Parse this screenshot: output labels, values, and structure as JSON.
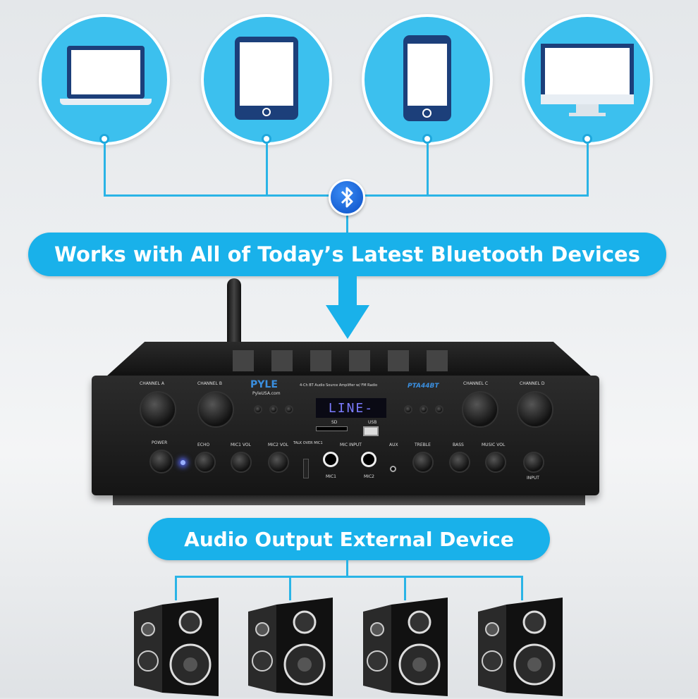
{
  "devices": [
    {
      "icon": "laptop-icon"
    },
    {
      "icon": "tablet-icon"
    },
    {
      "icon": "phone-icon"
    },
    {
      "icon": "desktop-monitor-icon"
    }
  ],
  "bluetooth_icon": "bluetooth-icon",
  "banner_top": "Works with All of Today’s Latest Bluetooth Devices",
  "banner_bottom": "Audio Output External Device",
  "amplifier": {
    "brand": "PYLE",
    "website": "PyleUSA.com",
    "description": "4-Ch BT Audio Source Amplifier w/ FM Radio",
    "model": "PTA44BT",
    "display": "LINE-",
    "labels": {
      "ch_a": "CHANNEL A",
      "ch_b": "CHANNEL B",
      "ch_c": "CHANNEL C",
      "ch_d": "CHANNEL D",
      "power": "POWER",
      "echo": "ECHO",
      "mic1_vol": "MIC1 VOL",
      "mic2_vol": "MIC2 VOL",
      "talk_over": "TALK OVER MIC1",
      "mic_input": "MIC INPUT",
      "mic1": "MIC1",
      "mic2": "MIC2",
      "aux": "AUX",
      "treble": "TREBLE",
      "bass": "BASS",
      "music_vol": "MUSIC VOL",
      "input": "INPUT",
      "sd": "SD",
      "usb": "USB"
    }
  },
  "colors": {
    "accent": "#19b1ea",
    "circle": "#3cc0ee",
    "display": "#7b7cff"
  },
  "speaker_count": 4
}
